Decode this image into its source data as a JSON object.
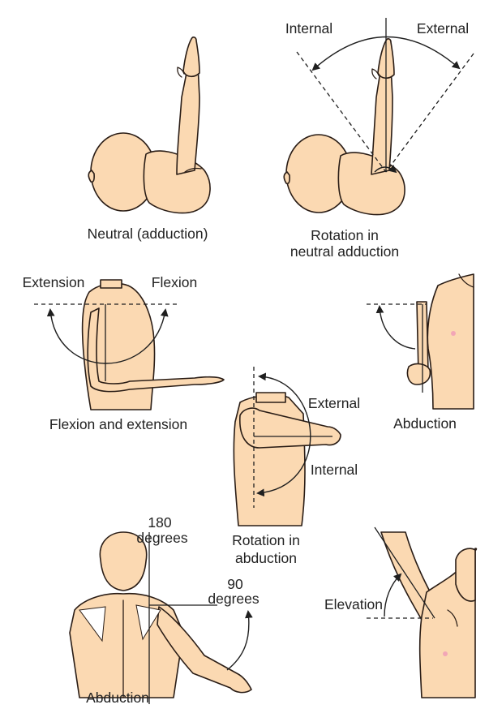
{
  "labels": {
    "neutral_adduction": "Neutral (adduction)",
    "rotation_neutral_line1": "Rotation in",
    "rotation_neutral_line2": "neutral adduction",
    "internal_top": "Internal",
    "external_top": "External",
    "extension": "Extension",
    "flexion": "Flexion",
    "flexion_and_extension": "Flexion and extension",
    "external_mid": "External",
    "internal_mid": "Internal",
    "rotation_abduction_line1": "Rotation in",
    "rotation_abduction_line2": "abduction",
    "abduction_side": "Abduction",
    "deg180_line1": "180",
    "deg180_line2": "degrees",
    "deg90_line1": "90",
    "deg90_line2": "degrees",
    "abduction_back": "Abduction",
    "elevation": "Elevation"
  },
  "colors": {
    "skin": "#fbd9b2",
    "outline": "#2a1d16",
    "nipple": "#f2a6b6"
  }
}
